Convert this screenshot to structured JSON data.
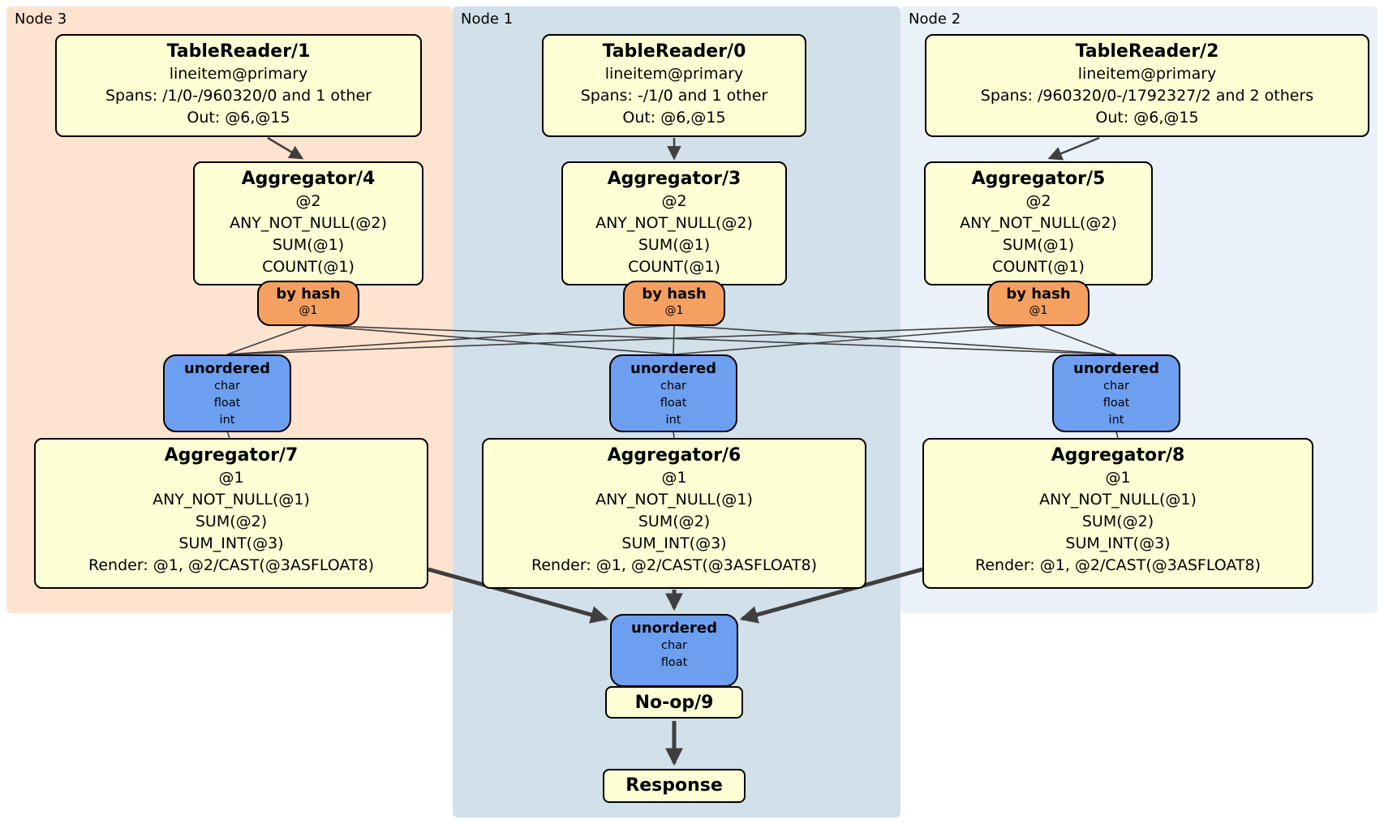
{
  "nodes": [
    {
      "label": "Node 3",
      "table_reader": {
        "title": "TableReader/1",
        "lines": [
          "lineitem@primary",
          "Spans: /1/0-/960320/0 and 1 other",
          "Out: @6,@15"
        ]
      },
      "aggregator_top": {
        "title": "Aggregator/4",
        "lines": [
          "@2",
          "ANY_NOT_NULL(@2)",
          "SUM(@1)",
          "COUNT(@1)"
        ]
      },
      "router": {
        "title": "by hash",
        "detail": "@1"
      },
      "sync": {
        "title": "unordered",
        "lines": [
          "char",
          "float",
          "int"
        ]
      },
      "aggregator_bottom": {
        "title": "Aggregator/7",
        "lines": [
          "@1",
          "ANY_NOT_NULL(@1)",
          "SUM(@2)",
          "SUM_INT(@3)",
          "Render: @1, @2/CAST(@3ASFLOAT8)"
        ]
      }
    },
    {
      "label": "Node 1",
      "table_reader": {
        "title": "TableReader/0",
        "lines": [
          "lineitem@primary",
          "Spans: -/1/0 and 1 other",
          "Out: @6,@15"
        ]
      },
      "aggregator_top": {
        "title": "Aggregator/3",
        "lines": [
          "@2",
          "ANY_NOT_NULL(@2)",
          "SUM(@1)",
          "COUNT(@1)"
        ]
      },
      "router": {
        "title": "by hash",
        "detail": "@1"
      },
      "sync": {
        "title": "unordered",
        "lines": [
          "char",
          "float",
          "int"
        ]
      },
      "aggregator_bottom": {
        "title": "Aggregator/6",
        "lines": [
          "@1",
          "ANY_NOT_NULL(@1)",
          "SUM(@2)",
          "SUM_INT(@3)",
          "Render: @1, @2/CAST(@3ASFLOAT8)"
        ]
      }
    },
    {
      "label": "Node 2",
      "table_reader": {
        "title": "TableReader/2",
        "lines": [
          "lineitem@primary",
          "Spans: /960320/0-/1792327/2 and 2 others",
          "Out: @6,@15"
        ]
      },
      "aggregator_top": {
        "title": "Aggregator/5",
        "lines": [
          "@2",
          "ANY_NOT_NULL(@2)",
          "SUM(@1)",
          "COUNT(@1)"
        ]
      },
      "router": {
        "title": "by hash",
        "detail": "@1"
      },
      "sync": {
        "title": "unordered",
        "lines": [
          "char",
          "float",
          "int"
        ]
      },
      "aggregator_bottom": {
        "title": "Aggregator/8",
        "lines": [
          "@1",
          "ANY_NOT_NULL(@1)",
          "SUM(@2)",
          "SUM_INT(@3)",
          "Render: @1, @2/CAST(@3ASFLOAT8)"
        ]
      }
    }
  ],
  "final": {
    "sync": {
      "title": "unordered",
      "lines": [
        "char",
        "float"
      ]
    },
    "noop_label": "No-op/9",
    "response_label": "Response"
  },
  "colors": {
    "node3_bg": "#fde3d0",
    "node1_bg": "#d2e0e9",
    "node2_bg": "#eaf1f9",
    "box_bg": "#ffffd6",
    "router_bg": "#f5a061",
    "sync_bg": "#6d9ff1",
    "edge": "#3f3f3f"
  }
}
